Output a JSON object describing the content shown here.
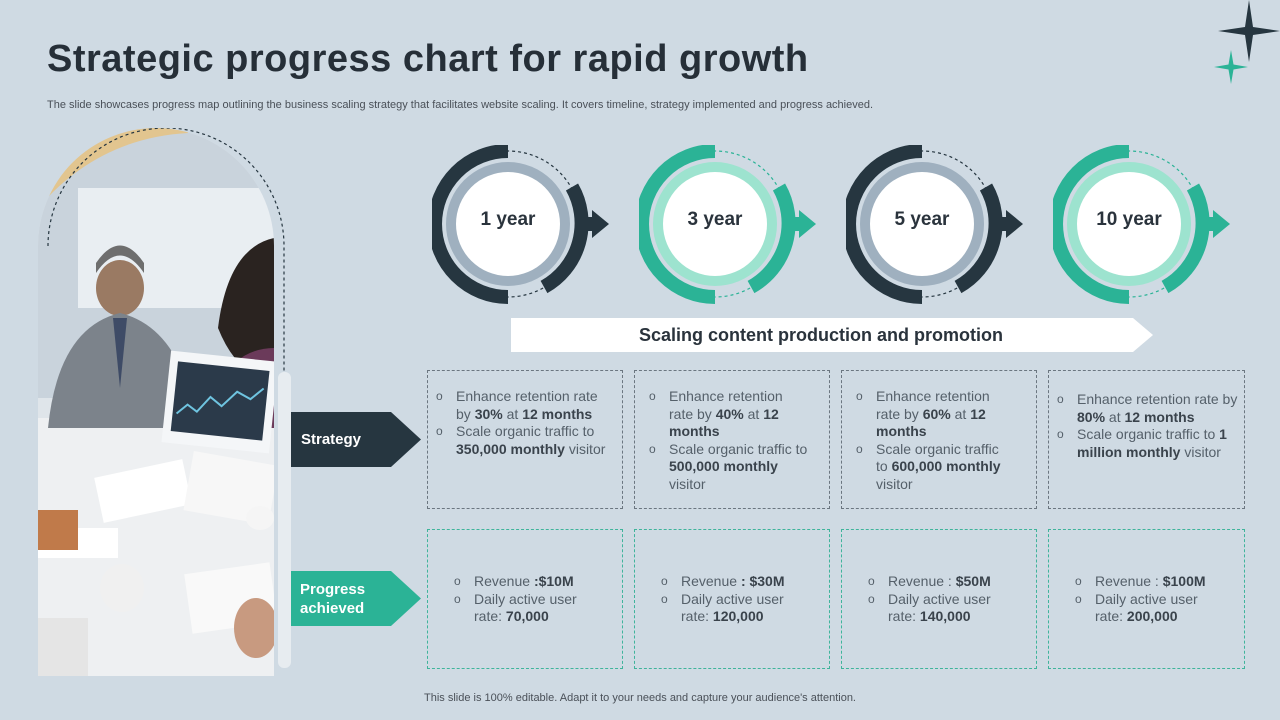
{
  "title": "Strategic progress chart for rapid growth",
  "subtitle": "The slide showcases progress map outlining the business scaling strategy that facilitates website scaling. It covers timeline, strategy implemented and progress achieved.",
  "footer": "This slide is 100% editable. Adapt it to your needs and capture your audience's attention.",
  "colors": {
    "background": "#cfdae3",
    "dark": "#263640",
    "teal": "#2bb396",
    "light_teal": "#9de3cf",
    "gray_blue": "#9fb0bf"
  },
  "bullet_marker": "o",
  "timeline": [
    {
      "label": "1 year",
      "theme": "dark"
    },
    {
      "label": "3 year",
      "theme": "teal"
    },
    {
      "label": "5 year",
      "theme": "dark"
    },
    {
      "label": "10 year",
      "theme": "teal"
    }
  ],
  "banner": "Scaling content production and promotion",
  "rows": {
    "strategy_label": "Strategy",
    "progress_label_line1": "Progress",
    "progress_label_line2": "achieved"
  },
  "strategy": [
    [
      [
        "Enhance retention rate by ",
        "b:30%",
        " at ",
        "b:12 months"
      ],
      [
        "Scale organic traffic to ",
        "b:350,000 monthly",
        " visitor"
      ]
    ],
    [
      [
        "Enhance retention rate by ",
        "b:40%",
        " at ",
        "b:12 months"
      ],
      [
        "Scale organic traffic to ",
        "b:500,000 monthly",
        " visitor"
      ]
    ],
    [
      [
        "Enhance retention rate by ",
        "b:60%",
        " at ",
        "b:12 months"
      ],
      [
        "Scale organic traffic to ",
        "b:600,000 monthly",
        " visitor"
      ]
    ],
    [
      [
        "Enhance retention rate by ",
        "b:80%",
        " at ",
        "b:12 months"
      ],
      [
        "Scale organic traffic to ",
        "b:1 million monthly",
        " visitor"
      ]
    ]
  ],
  "progress": [
    [
      [
        "Revenue ",
        "b::$10M"
      ],
      [
        "Daily active user rate: ",
        "b:70,000"
      ]
    ],
    [
      [
        "Revenue ",
        "b:: $30M"
      ],
      [
        "Daily active user rate: ",
        "b:120,000"
      ]
    ],
    [
      [
        "Revenue : ",
        "b:$50M"
      ],
      [
        "Daily active user rate: ",
        "b:140,000"
      ]
    ],
    [
      [
        "Revenue : ",
        "b:$100M"
      ],
      [
        "Daily active user rate: ",
        "b:200,000"
      ]
    ]
  ]
}
